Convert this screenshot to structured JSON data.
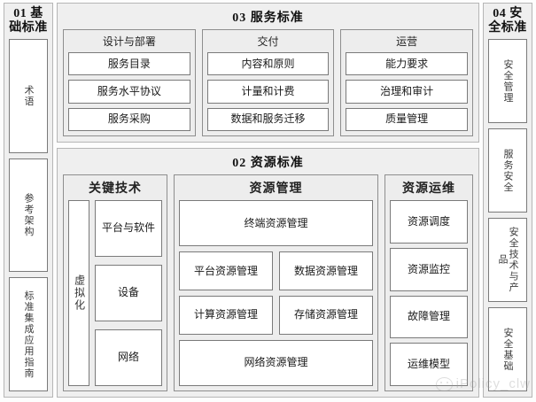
{
  "diagram": {
    "left_column": {
      "number": "01",
      "title": "基础\n标准",
      "title_full": "01 基础标准",
      "items": [
        {
          "label": "术语"
        },
        {
          "label": "参考架构"
        },
        {
          "label": "标准集成应用指南"
        }
      ]
    },
    "right_column": {
      "number": "04",
      "title": "安全\n标准",
      "title_full": "04 安全标准",
      "items": [
        {
          "label": "安全管理"
        },
        {
          "label": "服务安全"
        },
        {
          "label": "安全技术与产品"
        },
        {
          "label": "安全基础"
        }
      ]
    },
    "section_03": {
      "title": "03  服务标准",
      "groups": [
        {
          "title": "设计与部署",
          "items": [
            "服务目录",
            "服务水平协议",
            "服务采购"
          ]
        },
        {
          "title": "交付",
          "items": [
            "内容和原则",
            "计量和计费",
            "数据和服务迁移"
          ]
        },
        {
          "title": "运营",
          "items": [
            "能力要求",
            "治理和审计",
            "质量管理"
          ]
        }
      ]
    },
    "section_02": {
      "title": "02  资源标准",
      "key_tech": {
        "title": "关键技术",
        "vertical_label": "虚拟化",
        "items": [
          "平台与软件",
          "设备",
          "网络"
        ]
      },
      "resource_mgmt": {
        "title": "资源管理",
        "top": "终端资源管理",
        "grid": [
          [
            "平台资源管理",
            "数据资源管理"
          ],
          [
            "计算资源管理",
            "存储资源管理"
          ]
        ],
        "bottom": "网络资源管理"
      },
      "resource_ops": {
        "title": "资源运维",
        "items": [
          "资源调度",
          "资源监控",
          "故障管理",
          "运维模型"
        ]
      }
    },
    "watermark": {
      "text": "iPolicy_clw",
      "logo": "wechat-logo"
    },
    "colors": {
      "panel_bg": "#efefef",
      "leaf_bg": "#ffffff",
      "border": "#7a7a7a",
      "text": "#1a1a1a"
    }
  }
}
